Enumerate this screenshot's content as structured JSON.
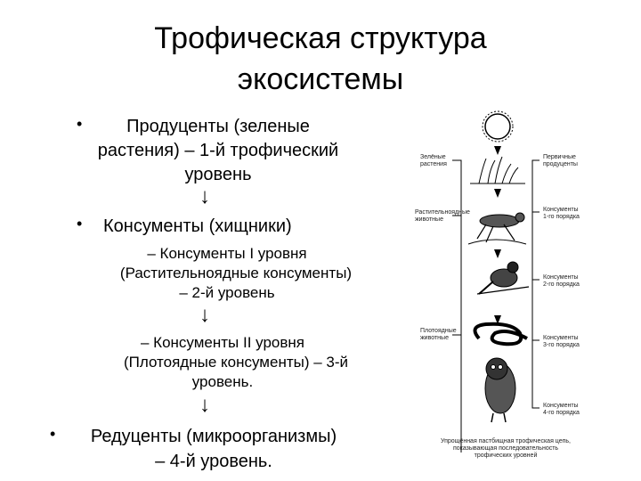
{
  "title": [
    "Трофическая структура",
    "экосистемы"
  ],
  "items": {
    "producers": [
      "Продуценты (зеленые",
      "растения) – 1-й трофический",
      "уровень"
    ],
    "consumers": "Консументы (хищники)",
    "consumers1": [
      "– Консументы I уровня",
      "(Растительноядные консументы)",
      "– 2-й уровень"
    ],
    "consumers2": [
      "– Консументы II уровня",
      "(Плотоядные консументы) – 3-й",
      "уровень."
    ],
    "decomposers": [
      "Редуценты (микроорганизмы)",
      "– 4-й уровень."
    ]
  },
  "arrow_glyph": "↓",
  "bullet_glyph": "•",
  "figure": {
    "left_labels": [
      [
        "Зелёные",
        "растения"
      ],
      [
        "Растительноядные",
        "животные"
      ],
      [
        "Плотоядные",
        "животные"
      ]
    ],
    "right_labels": [
      [
        "Первичные",
        "продуценты"
      ],
      [
        "Консументы",
        "1-го порядка"
      ],
      [
        "Консументы",
        "2-го порядка"
      ],
      [
        "Консументы",
        "3-го порядка"
      ],
      [
        "Консументы",
        "4-го порядка"
      ]
    ],
    "caption": [
      "Упрощённая пастбищная трофическая цепь,",
      "показывающая последовательность",
      "трофических уровней"
    ]
  }
}
